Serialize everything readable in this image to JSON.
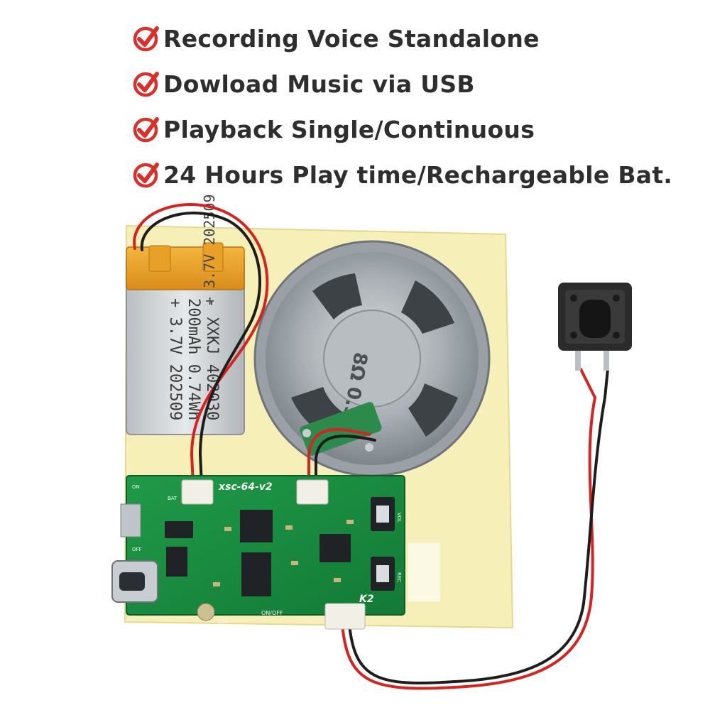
{
  "features": [
    {
      "text": "Recording Voice Standalone",
      "icon": "check-circle-icon"
    },
    {
      "text": "Dowload Music via USB",
      "icon": "check-circle-icon"
    },
    {
      "text": "Playback Single/Continuous",
      "icon": "check-circle-icon"
    },
    {
      "text": "24 Hours Play time/Rechargeable Bat.",
      "icon": "check-circle-icon"
    }
  ],
  "battery": {
    "line1": "- XXKJ   402030",
    "line2": "200mAh  0.74Wh",
    "line3": "+ 3.7V   202509"
  },
  "speaker": {
    "label": "8Ω 0.5W"
  },
  "board": {
    "model": "xsc-64-v2",
    "k2": "K2",
    "on_off": "ON/OFF",
    "on": "ON",
    "off": "OFF",
    "bat": "BAT",
    "vol": "VOL",
    "rec": "REC",
    "cds": "CDS"
  },
  "colors": {
    "accent_red": "#d9302a",
    "pcb_green": "#1a8c3f"
  }
}
